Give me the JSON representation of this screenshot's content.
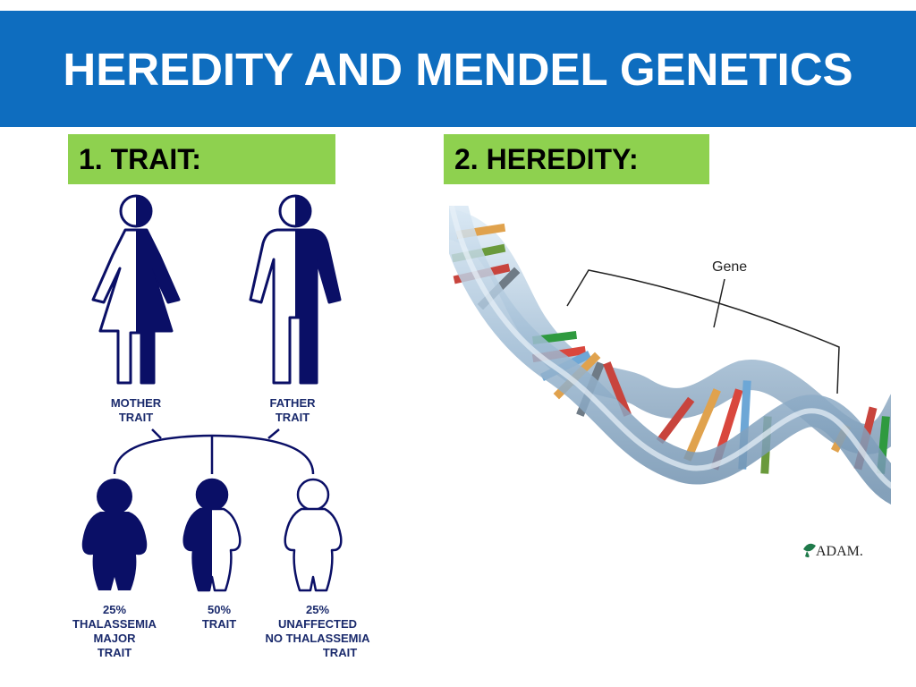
{
  "slide": {
    "title": "HEREDITY AND MENDEL GENETICS",
    "title_bg": "#0e6dbf",
    "label_bg": "#8ed14f"
  },
  "sections": {
    "trait": {
      "label": "1. TRAIT:"
    },
    "heredity": {
      "label": "2. HEREDITY:"
    }
  },
  "inheritance_figure": {
    "parents": [
      {
        "label_line1": "MOTHER",
        "label_line2": "TRAIT",
        "icon": "female-icon"
      },
      {
        "label_line1": "FATHER",
        "label_line2": "TRAIT",
        "icon": "male-icon"
      }
    ],
    "children": [
      {
        "label_lines": [
          "25%",
          "THALASSEMIA",
          "MAJOR",
          "TRAIT"
        ],
        "fill": "full"
      },
      {
        "label_lines": [
          "50%",
          "TRAIT"
        ],
        "fill": "half"
      },
      {
        "label_lines": [
          "25%",
          "UNAFFECTED",
          "NO THALASSEMIA",
          "TRAIT"
        ],
        "fill": "none"
      }
    ],
    "color": "#0a0f66"
  },
  "dna_figure": {
    "gene_label": "Gene",
    "credit": "ADAM."
  }
}
